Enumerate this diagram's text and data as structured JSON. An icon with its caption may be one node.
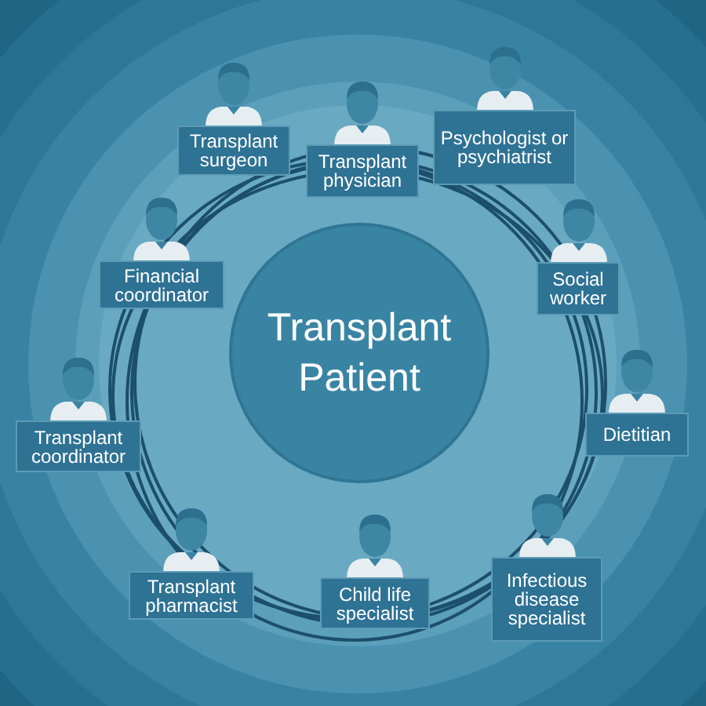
{
  "diagram": {
    "nodes": [
      {
        "text": [
          "Transplant Patient"
        ]
      },
      {
        "text": [
          "Transplant surgeon"
        ]
      },
      {
        "text": [
          "Transplant physician"
        ]
      },
      {
        "text": [
          "Psychologist or psychiatrist"
        ]
      },
      {
        "text": [
          "Financial coordinator"
        ]
      },
      {
        "text": [
          "Social worker"
        ]
      },
      {
        "text": [
          "Transplant coordinator"
        ]
      },
      {
        "text": [
          "Dietitian"
        ]
      },
      {
        "text": [
          "Transplant pharmacist"
        ]
      },
      {
        "text": [
          "Child life specialist"
        ]
      },
      {
        "text": [
          "Infectious disease specialist"
        ]
      }
    ]
  }
}
